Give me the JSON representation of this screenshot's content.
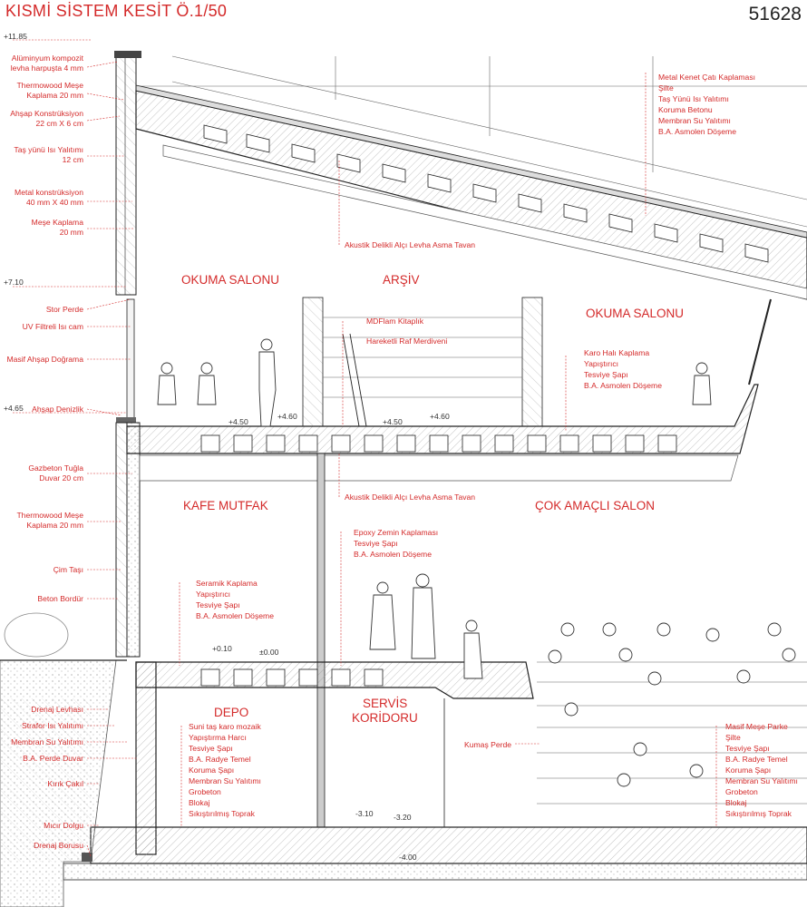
{
  "title": "KISMİ SİSTEM KESİT     Ö.1/50",
  "sheet_number": "51628",
  "levels": [
    {
      "text": "+11.85"
    },
    {
      "text": "+7.10"
    },
    {
      "text": "+4.65"
    },
    {
      "text": "+4.50"
    },
    {
      "text": "+4.60"
    },
    {
      "text": "+4.50"
    },
    {
      "text": "+4.60"
    },
    {
      "text": "+0.10"
    },
    {
      "text": "±0.00"
    },
    {
      "text": "-3.10"
    },
    {
      "text": "-3.20"
    },
    {
      "text": "-4.00"
    }
  ],
  "rooms": [
    {
      "text": "OKUMA SALONU"
    },
    {
      "text": "ARŞİV"
    },
    {
      "text": "OKUMA SALONU"
    },
    {
      "text": "KAFE MUTFAK"
    },
    {
      "text": "ÇOK AMAÇLI SALON"
    },
    {
      "text": "DEPO"
    },
    {
      "text": "SERVİS"
    },
    {
      "text": "KORİDORU"
    }
  ],
  "left_labels": [
    {
      "text": "Alüminyum kompozit"
    },
    {
      "text": "levha harpuşta 4 mm"
    },
    {
      "text": "Thermowood Meşe"
    },
    {
      "text": "Kaplama 20 mm"
    },
    {
      "text": "Ahşap Konstrüksiyon"
    },
    {
      "text": "22 cm X 6 cm"
    },
    {
      "text": "Taş yünü Isı Yalıtımı"
    },
    {
      "text": "12 cm"
    },
    {
      "text": "Metal konstrüksiyon"
    },
    {
      "text": "40 mm X 40 mm"
    },
    {
      "text": "Meşe Kaplama"
    },
    {
      "text": "20 mm"
    },
    {
      "text": "Stor Perde"
    },
    {
      "text": "UV Filtreli Isı cam"
    },
    {
      "text": "Masif Ahşap Doğrama"
    },
    {
      "text": "Ahşap Denizlik"
    },
    {
      "text": "Gazbeton Tuğla"
    },
    {
      "text": "Duvar 20 cm"
    },
    {
      "text": "Thermowood Meşe"
    },
    {
      "text": "Kaplama 20 mm"
    },
    {
      "text": "Çim Taşı"
    },
    {
      "text": "Beton Bordür"
    },
    {
      "text": "Drenaj Levhası"
    },
    {
      "text": "Strafor Isı Yalıtımı"
    },
    {
      "text": "Membran Su Yalıtımı"
    },
    {
      "text": "B.A. Perde Duvar"
    },
    {
      "text": "Kırık Çakıl"
    },
    {
      "text": "Mıcır Dolgu"
    },
    {
      "text": "Drenaj Borusu"
    }
  ],
  "roof_labels": [
    {
      "text": "Metal Kenet Çatı Kaplaması"
    },
    {
      "text": "Şilte"
    },
    {
      "text": "Taş Yünü Isı Yalıtımı"
    },
    {
      "text": "Koruma Betonu"
    },
    {
      "text": "Membran Su Yalıtımı"
    },
    {
      "text": "B.A. Asmolen Döşeme"
    }
  ],
  "ceiling_upper": "Akustik Delikli Alçı Levha Asma Tavan",
  "archive_labels": [
    {
      "text": "MDFlam Kitaplık"
    },
    {
      "text": "Hareketli Raf Merdiveni"
    }
  ],
  "reading_floor_labels": [
    {
      "text": "Karo Halı Kaplama"
    },
    {
      "text": "Yapıştırıcı"
    },
    {
      "text": "Tesviye Şapı"
    },
    {
      "text": "B.A. Asmolen Döşeme"
    }
  ],
  "ceiling_lower": "Akustik Delikli Alçı Levha Asma Tavan",
  "salon_floor_labels": [
    {
      "text": "Epoxy Zemin Kaplaması"
    },
    {
      "text": "Tesviye Şapı"
    },
    {
      "text": "B.A. Asmolen Döşeme"
    }
  ],
  "kitchen_floor_labels": [
    {
      "text": "Seramik Kaplama"
    },
    {
      "text": "Yapıştırıcı"
    },
    {
      "text": "Tesviye Şapı"
    },
    {
      "text": "B.A. Asmolen Döşeme"
    }
  ],
  "depo_labels": [
    {
      "text": "Suni taş karo mozaik"
    },
    {
      "text": "Yapıştırma Harcı"
    },
    {
      "text": "Tesviye Şapı"
    },
    {
      "text": "B.A. Radye Temel"
    },
    {
      "text": "Koruma Şapı"
    },
    {
      "text": "Membran Su Yalıtımı"
    },
    {
      "text": "Grobeton"
    },
    {
      "text": "Blokaj"
    },
    {
      "text": "Sıkıştırılmış Toprak"
    }
  ],
  "curtain_label": "Kumaş Perde",
  "right_floor_labels": [
    {
      "text": "Masif Meşe Parke"
    },
    {
      "text": "Şilte"
    },
    {
      "text": "Tesviye Şapı"
    },
    {
      "text": "B.A. Radye Temel"
    },
    {
      "text": "Koruma Şapı"
    },
    {
      "text": "Membran Su Yalıtımı"
    },
    {
      "text": "Grobeton"
    },
    {
      "text": "Blokaj"
    },
    {
      "text": "Sıkıştırılmış Toprak"
    }
  ],
  "colors": {
    "annotation": "#d42a2a",
    "line": "#222222",
    "background": "#ffffff"
  }
}
